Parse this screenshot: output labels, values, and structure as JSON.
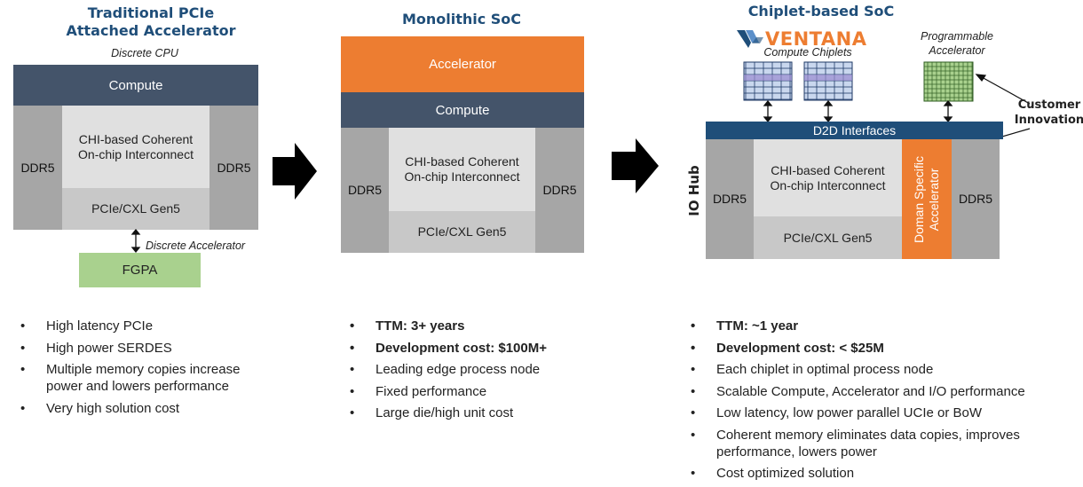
{
  "col1": {
    "title_line1": "Traditional PCIe",
    "title_line2": "Attached Accelerator",
    "cpu_label": "Discrete CPU",
    "compute": "Compute",
    "ddr_left": "DDR5",
    "ddr_right": "DDR5",
    "chi_line1": "CHI-based Coherent",
    "chi_line2": "On-chip Interconnect",
    "pcie": "PCIe/CXL Gen5",
    "accel_label": "Discrete Accelerator",
    "fgpa": "FGPA",
    "bullets": [
      {
        "text": "High latency PCIe"
      },
      {
        "text": "High power SERDES"
      },
      {
        "text": "Multiple memory copies increase power and lowers performance"
      },
      {
        "text": "Very high solution cost"
      }
    ]
  },
  "col2": {
    "title": "Monolithic SoC",
    "accelerator": "Accelerator",
    "compute": "Compute",
    "ddr_left": "DDR5",
    "ddr_right": "DDR5",
    "chi_line1": "CHI-based Coherent",
    "chi_line2": "On-chip Interconnect",
    "pcie": "PCIe/CXL Gen5",
    "bullets": [
      {
        "text": "TTM: 3+ years"
      },
      {
        "text": "Development cost: $100M+"
      },
      {
        "text": "Leading edge process node"
      },
      {
        "text": "Fixed performance"
      },
      {
        "text": "Large die/high unit cost"
      }
    ]
  },
  "col3": {
    "title": "Chiplet-based SoC",
    "logo_text": "VENTANA",
    "compute_chiplets": "Compute Chiplets",
    "prog_line1": "Programmable",
    "prog_line2": "Accelerator",
    "customer_line1": "Customer",
    "customer_line2": "Innovation",
    "d2d": "D2D Interfaces",
    "io_hub": "IO Hub",
    "ddr_left": "DDR5",
    "ddr_right": "DDR5",
    "chi_line1": "CHI-based Coherent",
    "chi_line2": "On-chip Interconnect",
    "pcie": "PCIe/CXL Gen5",
    "domain_line1": "Doman Specific",
    "domain_line2": "Accelerator",
    "bullets": [
      {
        "text": "TTM:  ~1 year"
      },
      {
        "text": "Development cost: < $25M"
      },
      {
        "text": "Each chiplet in optimal process node"
      },
      {
        "text": "Scalable Compute, Accelerator and I/O performance"
      },
      {
        "text": "Low latency, low power parallel UCIe or BoW"
      },
      {
        "text": "Coherent memory eliminates data copies, improves performance, lowers power"
      },
      {
        "text": "Cost optimized solution"
      }
    ]
  },
  "colors": {
    "title": "#1f4e79",
    "compute": "#44546a",
    "accelerator": "#ed7d31",
    "fgpa": "#a9d18e",
    "d2d": "#1f4e79",
    "ddr": "#a6a6a6"
  }
}
